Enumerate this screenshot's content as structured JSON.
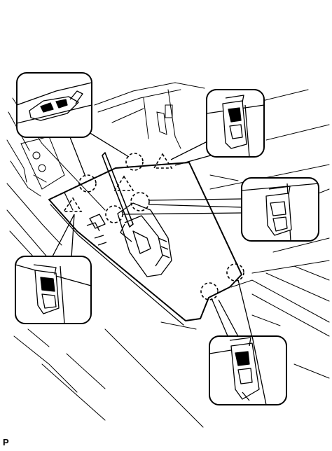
{
  "figure": {
    "corner_label": "P"
  },
  "colors": {
    "ink": "#000000",
    "paper": "#ffffff"
  },
  "callouts": [
    {
      "name": "callout-claw-clip-top-left",
      "icon": "claw-clip-icon"
    },
    {
      "name": "callout-clip-top-right",
      "icon": "clip-icon"
    },
    {
      "name": "callout-clip-right",
      "icon": "clip-icon"
    },
    {
      "name": "callout-clip-left",
      "icon": "clip-icon"
    },
    {
      "name": "callout-clip-bottom-right",
      "icon": "clip-icon"
    }
  ],
  "markers": {
    "circle_marker_icon": "dashed-circle-icon",
    "triangle_marker_icon": "dashed-triangle-icon"
  }
}
